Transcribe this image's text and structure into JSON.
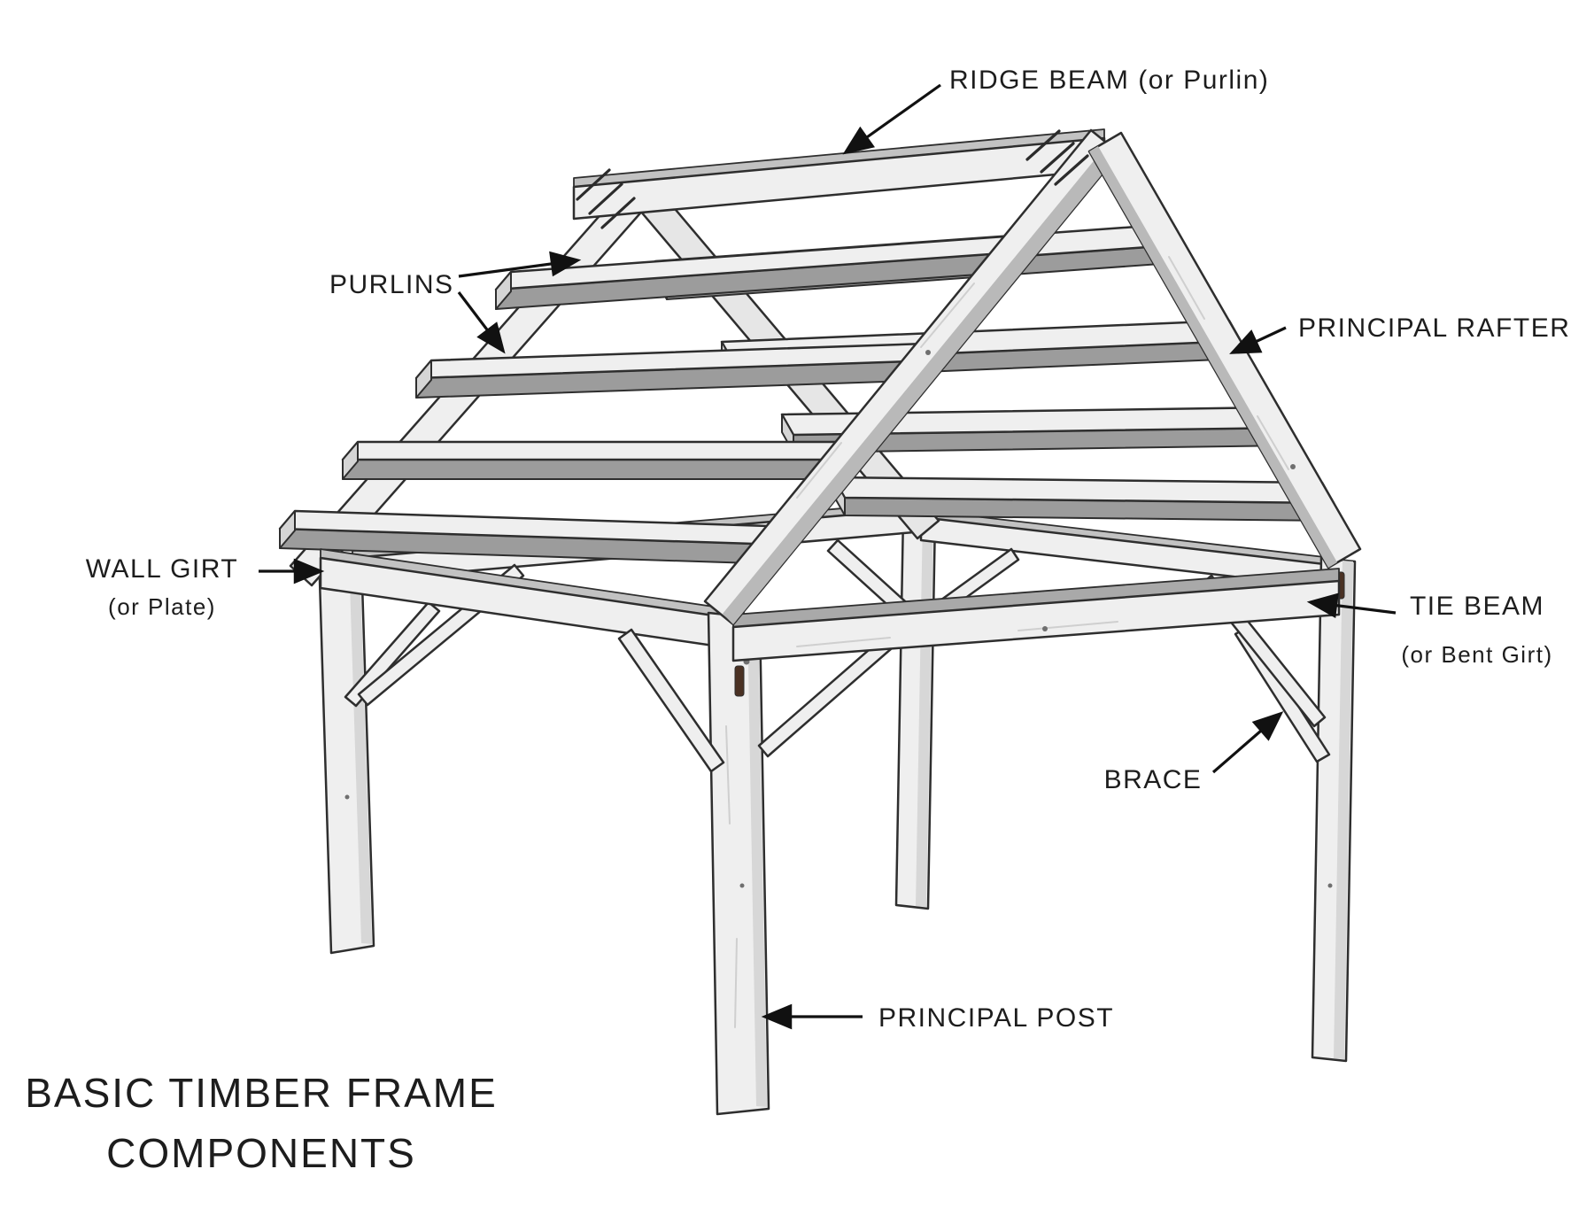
{
  "figure": {
    "title_line1": "BASIC TIMBER FRAME",
    "title_line2": "COMPONENTS"
  },
  "labels": {
    "ridge_beam": "RIDGE BEAM (or Purlin)",
    "purlins": "PURLINS",
    "principal_rafter": "PRINCIPAL RAFTER",
    "wall_girt": "WALL GIRT",
    "wall_girt_alt": "(or Plate)",
    "tie_beam": "TIE BEAM",
    "tie_beam_alt": "(or Bent Girt)",
    "brace": "BRACE",
    "principal_post": "PRINCIPAL POST"
  },
  "colors": {
    "ink": "#1d1d1d",
    "beam_light": "#efefef",
    "beam_shadow": "#9c9c9c",
    "background": "#ffffff"
  }
}
